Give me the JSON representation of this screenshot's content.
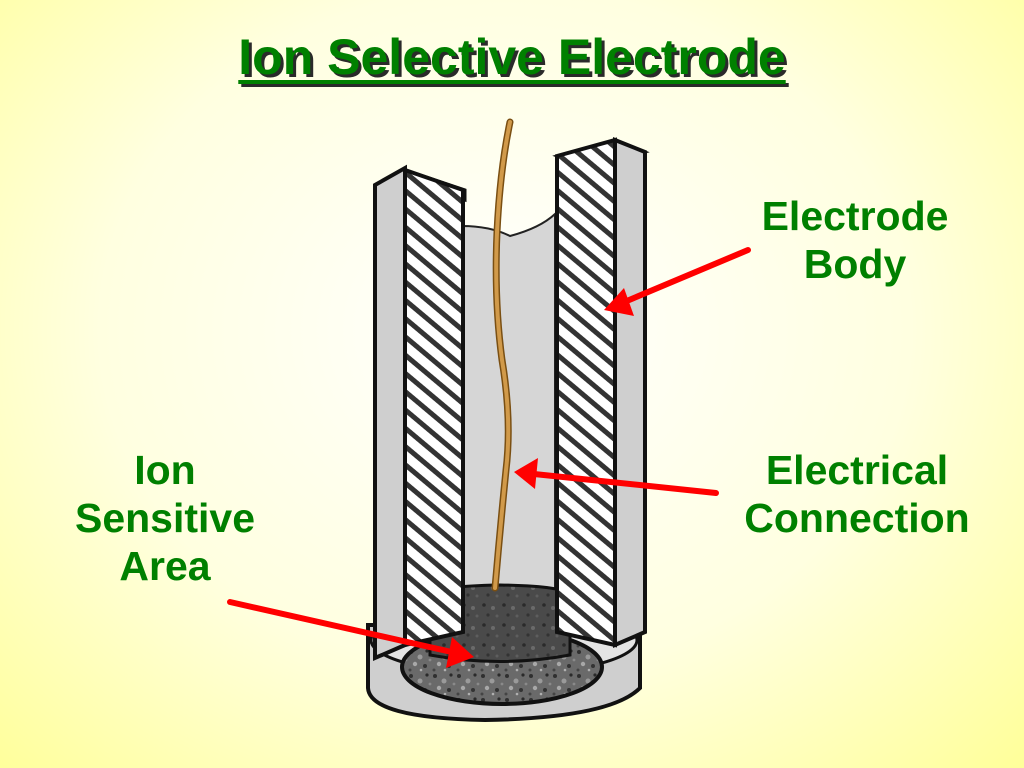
{
  "slide": {
    "title": "Ion Selective Electrode"
  },
  "labels": {
    "electrode_body_line1": "Electrode",
    "electrode_body_line2": "Body",
    "electrical_connection_line1": "Electrical",
    "electrical_connection_line2": "Connection",
    "ion_sensitive_line1": "Ion",
    "ion_sensitive_line2": "Sensitive",
    "ion_sensitive_line3": "Area"
  },
  "colors": {
    "label_green": "#008000",
    "arrow_red": "#ff0000",
    "wire_brown": "#c08a3e",
    "electrode_gray": "#d0d0d0"
  }
}
